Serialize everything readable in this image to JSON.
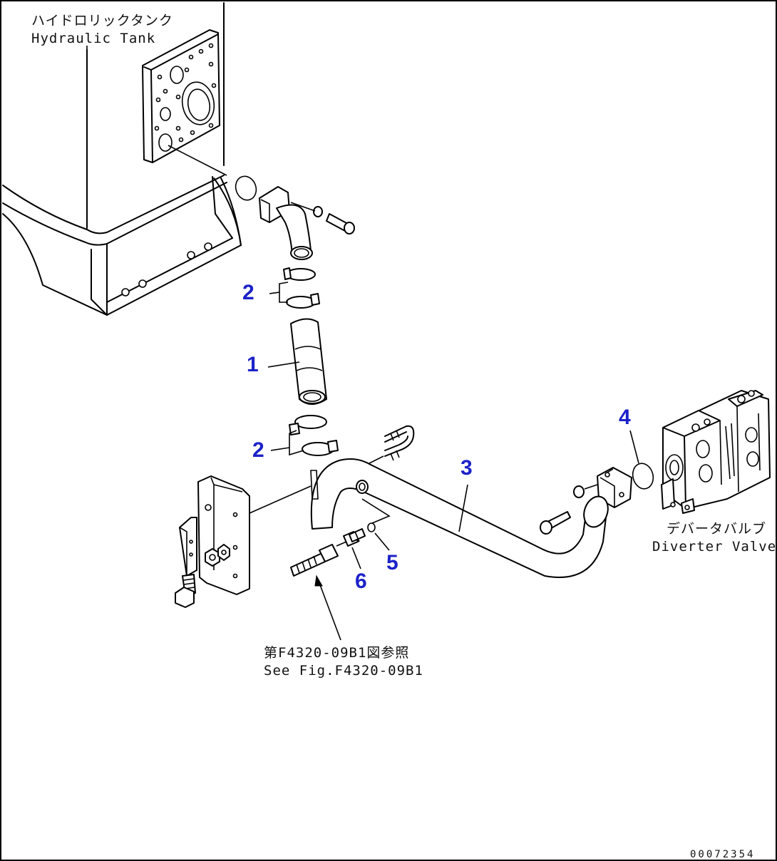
{
  "labels": {
    "tank_jp": "ハイドロリックタンク",
    "tank_en": "Hydraulic Tank",
    "valve_jp": "デバータバルブ",
    "valve_en": "Diverter Valve",
    "ref_jp": "第F4320-09B1図参照",
    "ref_en": "See Fig.F4320-09B1",
    "drawing_code": "00072354"
  },
  "callouts": [
    {
      "id": "clamp-upper",
      "text": "2"
    },
    {
      "id": "hose",
      "text": "1"
    },
    {
      "id": "clamp-lower",
      "text": "2"
    },
    {
      "id": "tube",
      "text": "3"
    },
    {
      "id": "o-ring",
      "text": "4"
    },
    {
      "id": "o-ring-small",
      "text": "5"
    },
    {
      "id": "fitting",
      "text": "6"
    }
  ],
  "colors": {
    "callout": "#1c22c8",
    "line": "#000000",
    "background": "#ffffff"
  }
}
